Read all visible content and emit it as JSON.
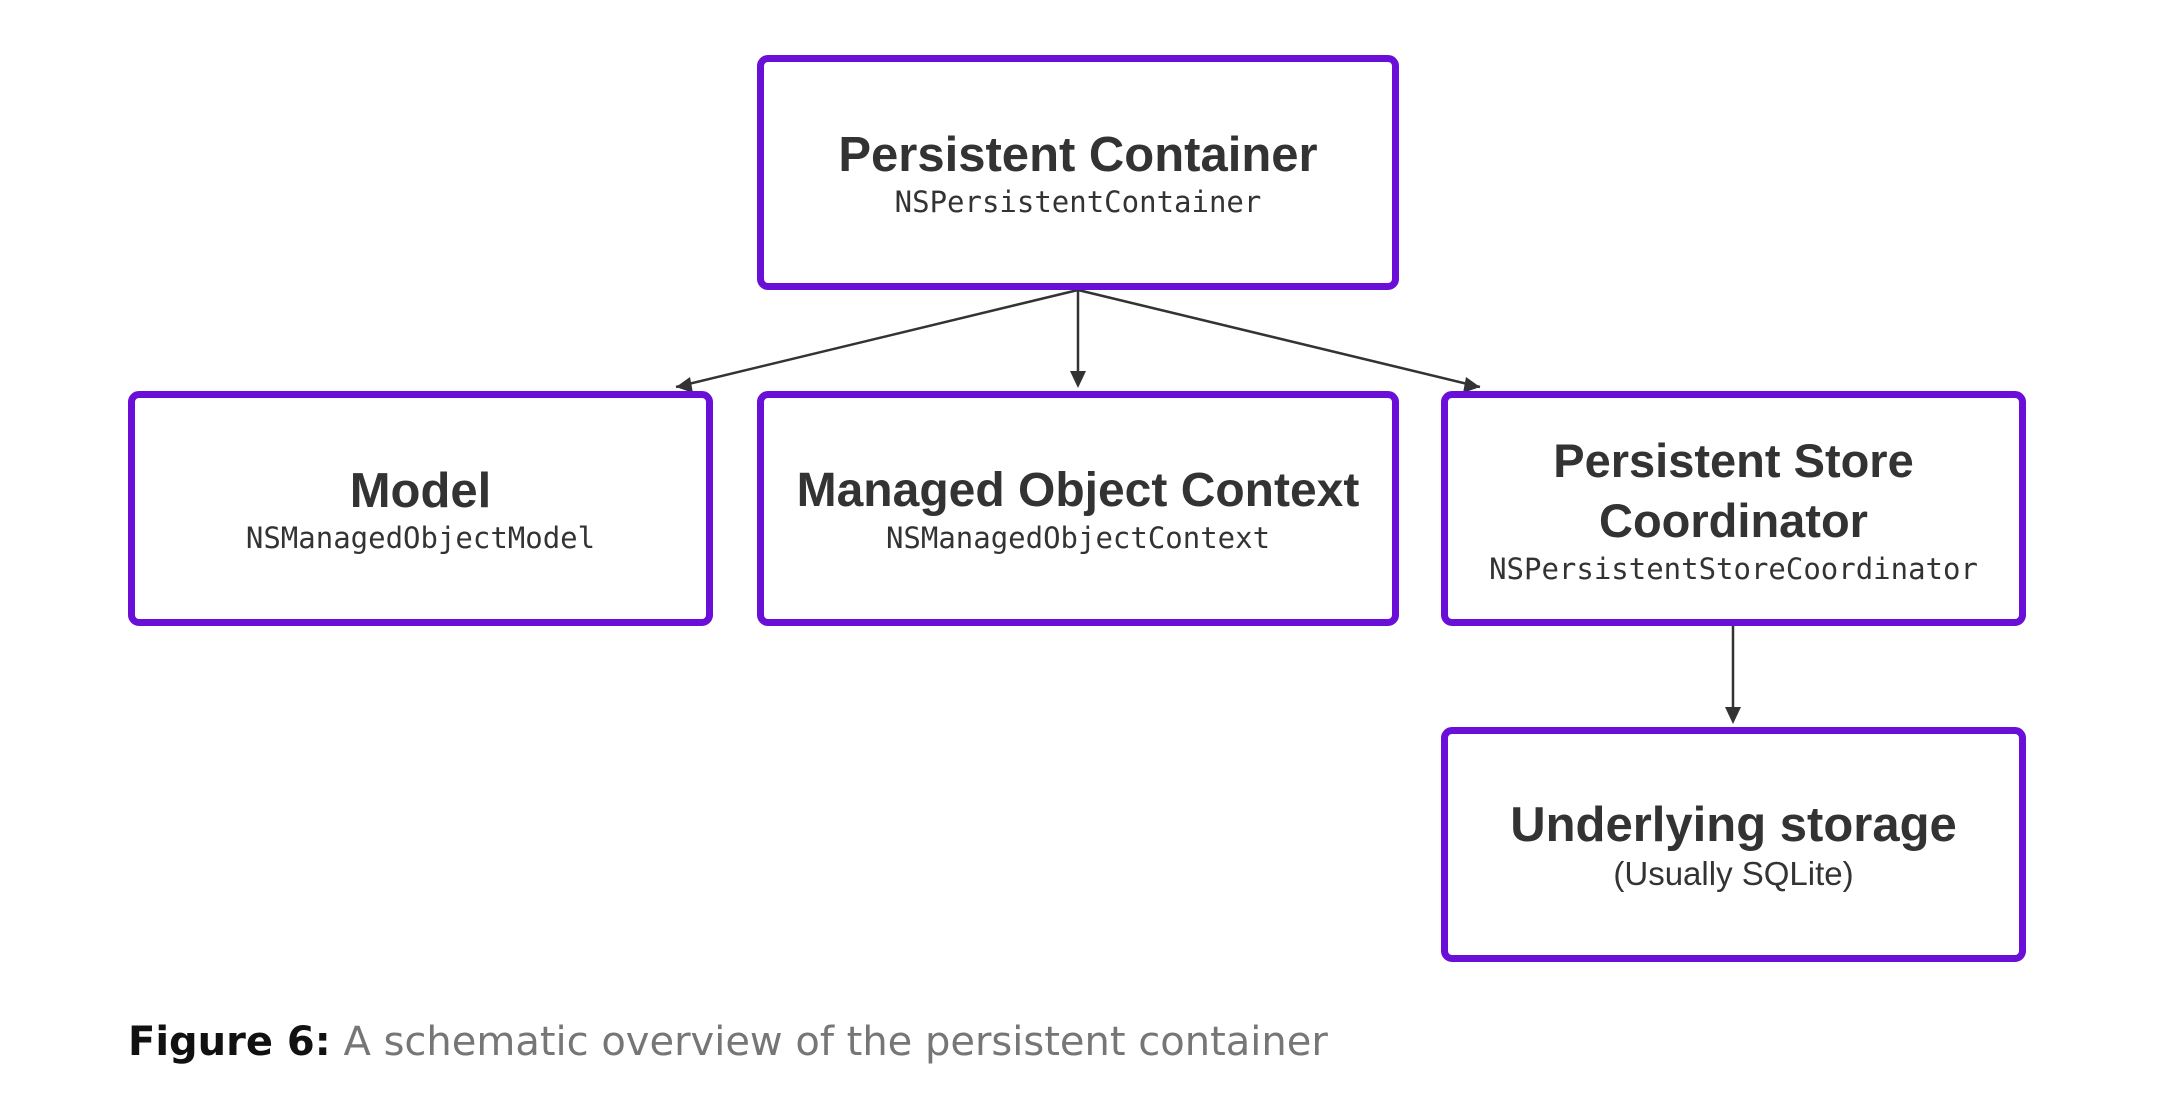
{
  "nodes": {
    "container": {
      "title": "Persistent Container",
      "subtitle": "NSPersistentContainer"
    },
    "model": {
      "title": "Model",
      "subtitle": "NSManagedObjectModel"
    },
    "context": {
      "title": "Managed Object Context",
      "subtitle": "NSManagedObjectContext"
    },
    "coordinator": {
      "title": "Persistent Store\nCoordinator",
      "subtitle": "NSPersistentStoreCoordinator"
    },
    "storage": {
      "title": "Underlying storage",
      "subtitle": "(Usually SQLite)"
    }
  },
  "edges": [
    {
      "from": "container",
      "to": "model"
    },
    {
      "from": "container",
      "to": "context"
    },
    {
      "from": "container",
      "to": "coordinator"
    },
    {
      "from": "coordinator",
      "to": "storage"
    }
  ],
  "caption": {
    "label": "Figure 6:",
    "text": "A schematic overview of the persistent container"
  },
  "colors": {
    "node_border": "#6a0fd8",
    "arrow": "#333333",
    "text": "#333333"
  }
}
